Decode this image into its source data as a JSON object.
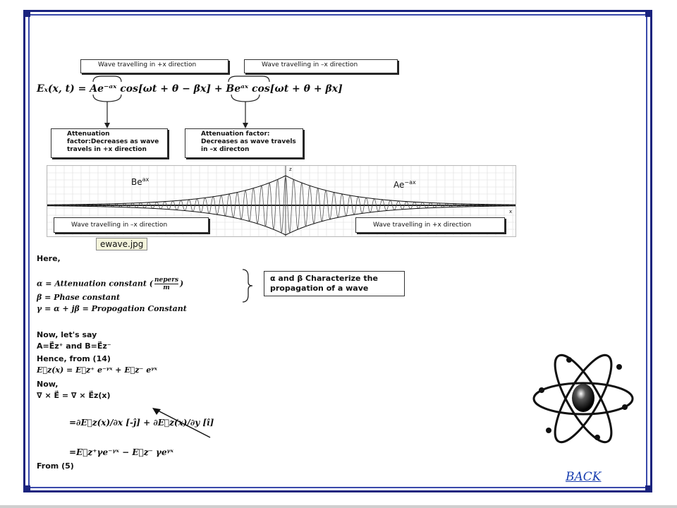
{
  "labels": {
    "wave_plus": "Wave travelling in +x direction",
    "wave_minus": "Wave travelling in –x direction",
    "atten_left": "Attenuation factor:Decreases as wave travels in +x direction",
    "atten_right": "Attenuation factor: Decreases as wave travels in –x directon",
    "plot_left_label": "Be",
    "plot_left_exp": "ax",
    "plot_right_label": "Ae",
    "plot_right_exp": "−ax",
    "plot_axis_z": "z",
    "plot_axis_x": "x",
    "plot_box_left": "Wave travelling in –x direction",
    "plot_box_right": "Wave travelling in +x direction",
    "image_caption": "ewave.jpg",
    "char_box": "α and β Characterize the propagation of a wave"
  },
  "equations": {
    "main": "Eₓ(x, t) = Ae⁻ᵃˣ cos[ωt + θ − βx] + Beᵃˣ cos[ωt + θ + βx]",
    "here": "Here,",
    "alpha": "α = Attenuation constant (",
    "alpha_num": "nepers",
    "alpha_den": "m",
    "alpha_close": ")",
    "beta": "β = Phase constant",
    "gamma": "γ = α + jβ = Propogation Constant",
    "now_say": "Now, let's say",
    "ab_def": "A=E⃗z⁺ and B=E⃗z⁻",
    "hence": "Hence, from (14)",
    "ez_x": "E⃗z(x) = E⃗z⁺ e⁻ᵞˣ + E⃗z⁻ eᵞˣ",
    "now": "Now,",
    "curl": "∇ × E⃗ = ∇ × E⃗z(x)",
    "d1": "=∂E⃗z(x)/∂x [-ĵ] + ∂E⃗z(x)/∂y [î]",
    "d2": "=E⃗z⁺γe⁻ᵞˣ − E⃗z⁻ γeᵞˣ",
    "from5": "From (5)"
  },
  "nav": {
    "back_label": "BACK"
  },
  "icons": {
    "atom": "atom-icon"
  },
  "colors": {
    "frame": "#1a237e",
    "link": "#1a3fb0"
  }
}
